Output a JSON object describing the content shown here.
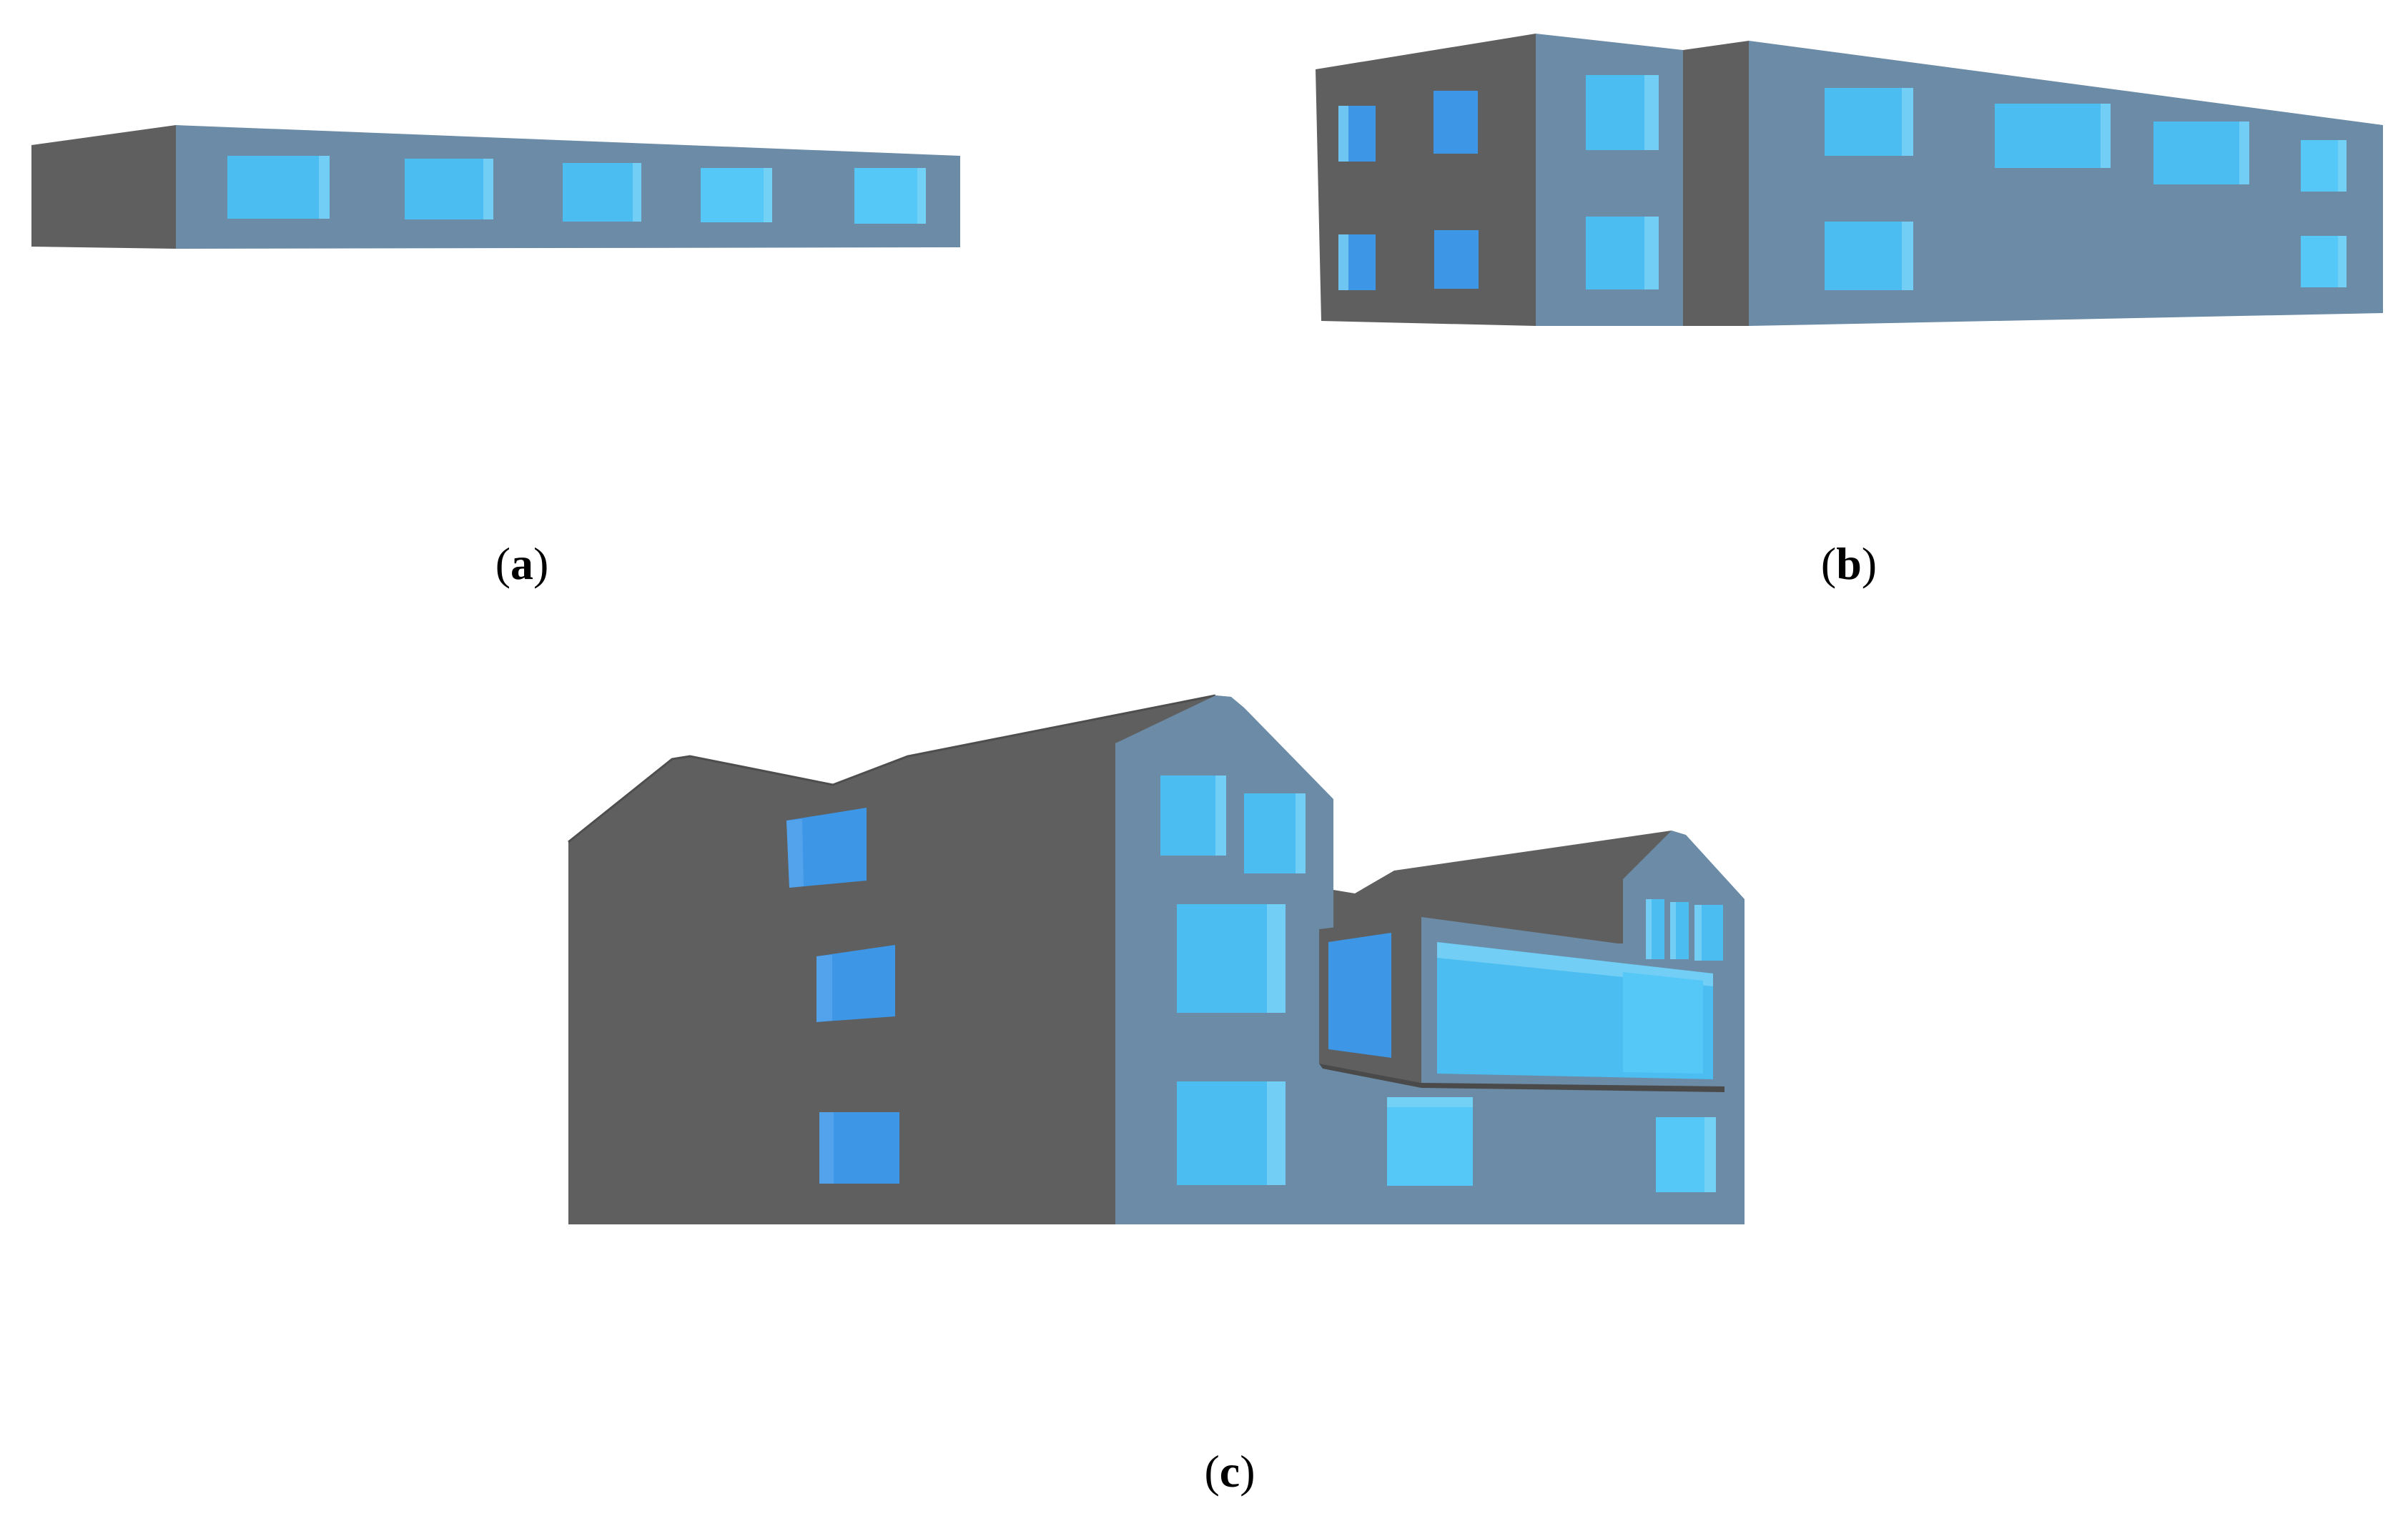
{
  "figure": {
    "panels": [
      {
        "id": "a",
        "letter": "a"
      },
      {
        "id": "b",
        "letter": "b"
      },
      {
        "id": "c",
        "letter": "c"
      }
    ]
  },
  "colors": {
    "side_wall": "#5f5f5f",
    "facade": "#6b8ba6",
    "window": "#4bbdf0",
    "window_light": "#55c8f8",
    "window_dark": "#3d97e6",
    "window_reveal": "#7fd4f5",
    "background": "#ffffff"
  }
}
